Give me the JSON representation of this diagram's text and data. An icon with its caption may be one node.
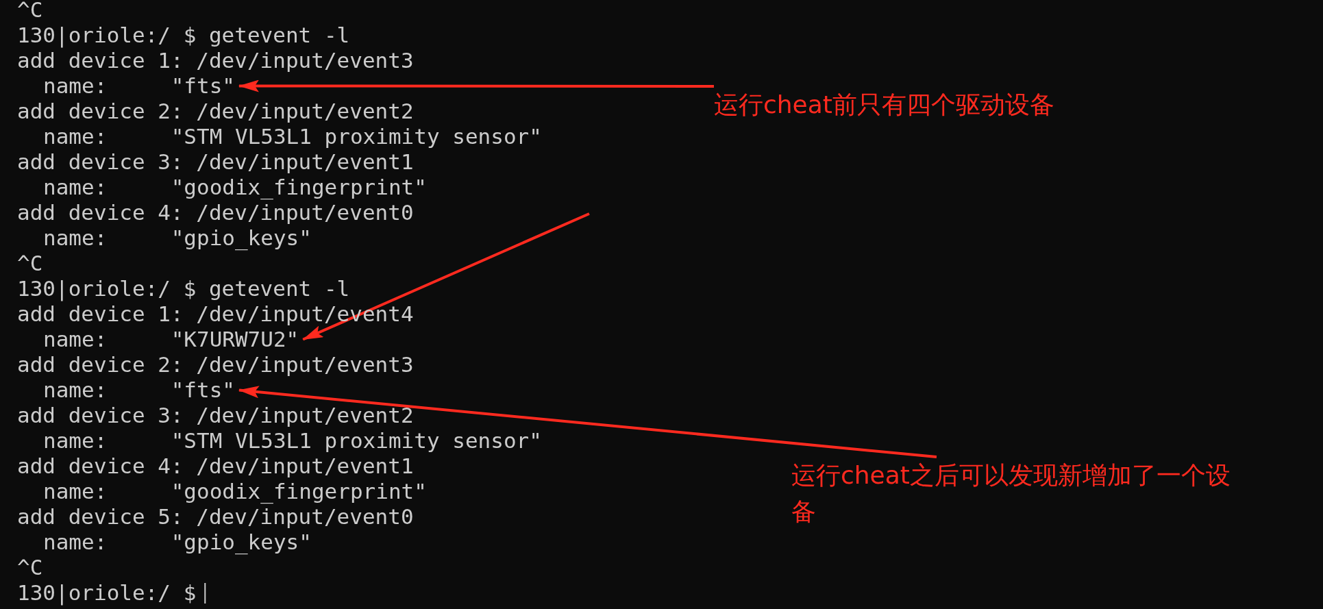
{
  "diagram": {
    "nodes": [
      {
        "text": [
          "^C"
        ]
      },
      {
        "text": [
          "130|oriole:/ $ getevent -l"
        ]
      },
      {
        "text": [
          "add device 1: /dev/input/event3"
        ]
      },
      {
        "text": [
          "name:     \"fts\""
        ]
      },
      {
        "text": [
          "add device 2: /dev/input/event2"
        ]
      },
      {
        "text": [
          "name:     \"STM VL53L1 proximity sensor\""
        ]
      },
      {
        "text": [
          "add device 3: /dev/input/event1"
        ]
      },
      {
        "text": [
          "name:     \"goodix_fingerprint\""
        ]
      },
      {
        "text": [
          "add device 4: /dev/input/event0"
        ]
      },
      {
        "text": [
          "name:     \"gpio_keys\""
        ]
      },
      {
        "text": [
          "^C"
        ]
      },
      {
        "text": [
          "130|oriole:/ $ getevent -l"
        ]
      },
      {
        "text": [
          "add device 1: /dev/input/event4"
        ]
      },
      {
        "text": [
          "name:     \"K7URW7U2\""
        ]
      },
      {
        "text": [
          "add device 2: /dev/input/event3"
        ]
      },
      {
        "text": [
          "name:     \"fts\""
        ]
      },
      {
        "text": [
          "add device 3: /dev/input/event2"
        ]
      },
      {
        "text": [
          "name:     \"STM VL53L1 proximity sensor\""
        ]
      },
      {
        "text": [
          "add device 4: /dev/input/event1"
        ]
      },
      {
        "text": [
          "name:     \"goodix_fingerprint\""
        ]
      },
      {
        "text": [
          "add device 5: /dev/input/event0"
        ]
      },
      {
        "text": [
          "name:     \"gpio_keys\""
        ]
      },
      {
        "text": [
          "^C"
        ]
      },
      {
        "text": [
          "130|oriole:/ $"
        ]
      },
      {
        "text": [
          "运行cheat前只有四个驱动设备"
        ]
      },
      {
        "text": [
          "运行cheat之后可以发现新增加了一个设备"
        ]
      }
    ],
    "edges": [
      {
        "from": 24,
        "to": 3,
        "arrow": "to"
      },
      {
        "from": null,
        "to": 13,
        "arrow": "to"
      },
      {
        "from": 25,
        "to": 15,
        "arrow": "to"
      }
    ]
  }
}
